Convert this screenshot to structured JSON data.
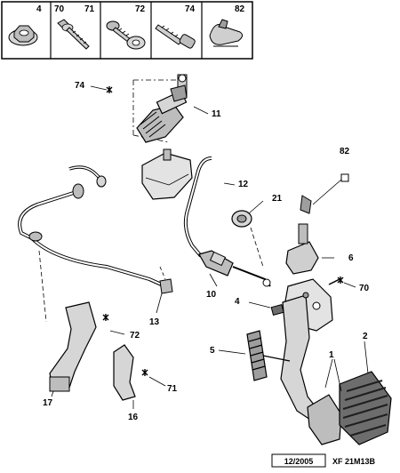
{
  "header_parts": [
    {
      "ref": "4"
    },
    {
      "ref": "70"
    },
    {
      "ref": "71"
    },
    {
      "ref": "72"
    },
    {
      "ref": "74"
    },
    {
      "ref": "82"
    }
  ],
  "callouts": [
    {
      "ref": "74"
    },
    {
      "ref": "11"
    },
    {
      "ref": "12"
    },
    {
      "ref": "82"
    },
    {
      "ref": "21"
    },
    {
      "ref": "6"
    },
    {
      "ref": "70"
    },
    {
      "ref": "10"
    },
    {
      "ref": "4"
    },
    {
      "ref": "13"
    },
    {
      "ref": "72"
    },
    {
      "ref": "5"
    },
    {
      "ref": "2"
    },
    {
      "ref": "1"
    },
    {
      "ref": "71"
    },
    {
      "ref": "17"
    },
    {
      "ref": "16"
    }
  ],
  "footer": {
    "date": "12/2005",
    "code": "XF 21M13B"
  }
}
